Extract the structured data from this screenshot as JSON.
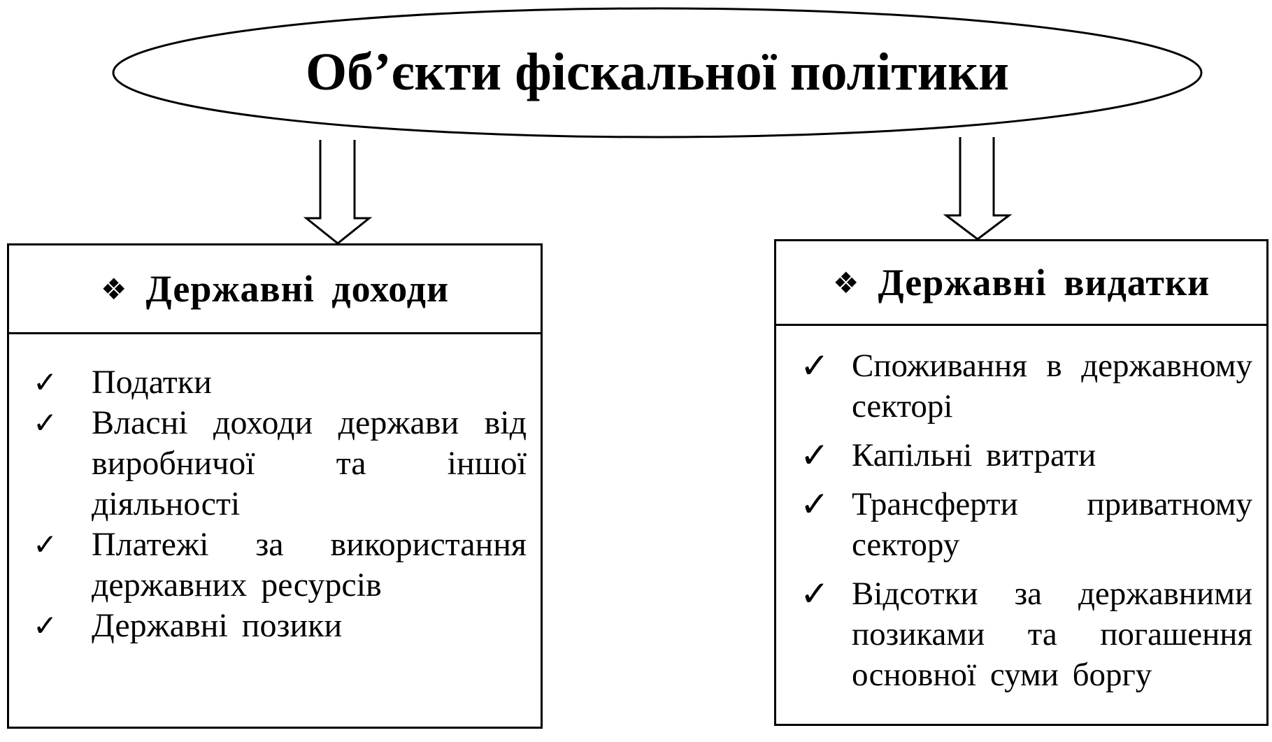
{
  "title": "Об’єкти фіскальної політики",
  "left_box": {
    "heading": "Державні доходи",
    "items": [
      "Податки",
      "Власні доходи держави від виробничої та іншої діяльності",
      "Платежі за використання державних ресурсів",
      "Державні позики"
    ]
  },
  "right_box": {
    "heading": "Державні видатки",
    "items": [
      "Споживання в державному секторі",
      "Капільні витрати",
      "Трансферти приватному сектору",
      "Відсотки за державними позиками та погашення основної суми боргу"
    ]
  },
  "symbols": {
    "bullet": "❖",
    "check": "✓"
  },
  "colors": {
    "line": "#000000",
    "background": "#ffffff"
  }
}
